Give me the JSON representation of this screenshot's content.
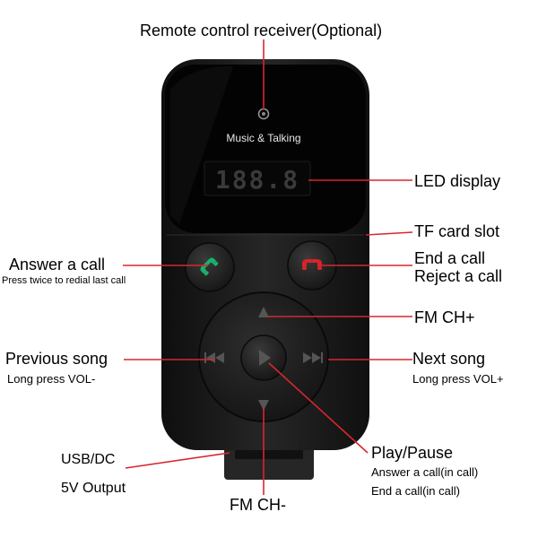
{
  "device": {
    "panel_text": "Music & Talking",
    "led_text": "188.8"
  },
  "callouts": {
    "remote_receiver": "Remote control receiver(Optional)",
    "led_display": "LED display",
    "tf_slot": "TF card slot",
    "answer_call": "Answer a call",
    "answer_call_sub": "Press twice to redial last call",
    "end_call": "End a call",
    "reject_call": "Reject a call",
    "fm_ch_plus": "FM CH+",
    "previous_song": "Previous song",
    "previous_song_sub": "Long press VOL-",
    "next_song": "Next song",
    "next_song_sub": "Long press VOL+",
    "usb_dc": "USB/DC",
    "output_5v": "5V Output",
    "play_pause": "Play/Pause",
    "play_pause_sub1": "Answer a call(in call)",
    "play_pause_sub2": "End a call(in call)",
    "fm_ch_minus": "FM CH-"
  },
  "colors": {
    "leader_line": "#d8262e",
    "device_body": "#1b1b1b",
    "answer_icon": "#19b06b",
    "end_icon": "#d8232a"
  }
}
